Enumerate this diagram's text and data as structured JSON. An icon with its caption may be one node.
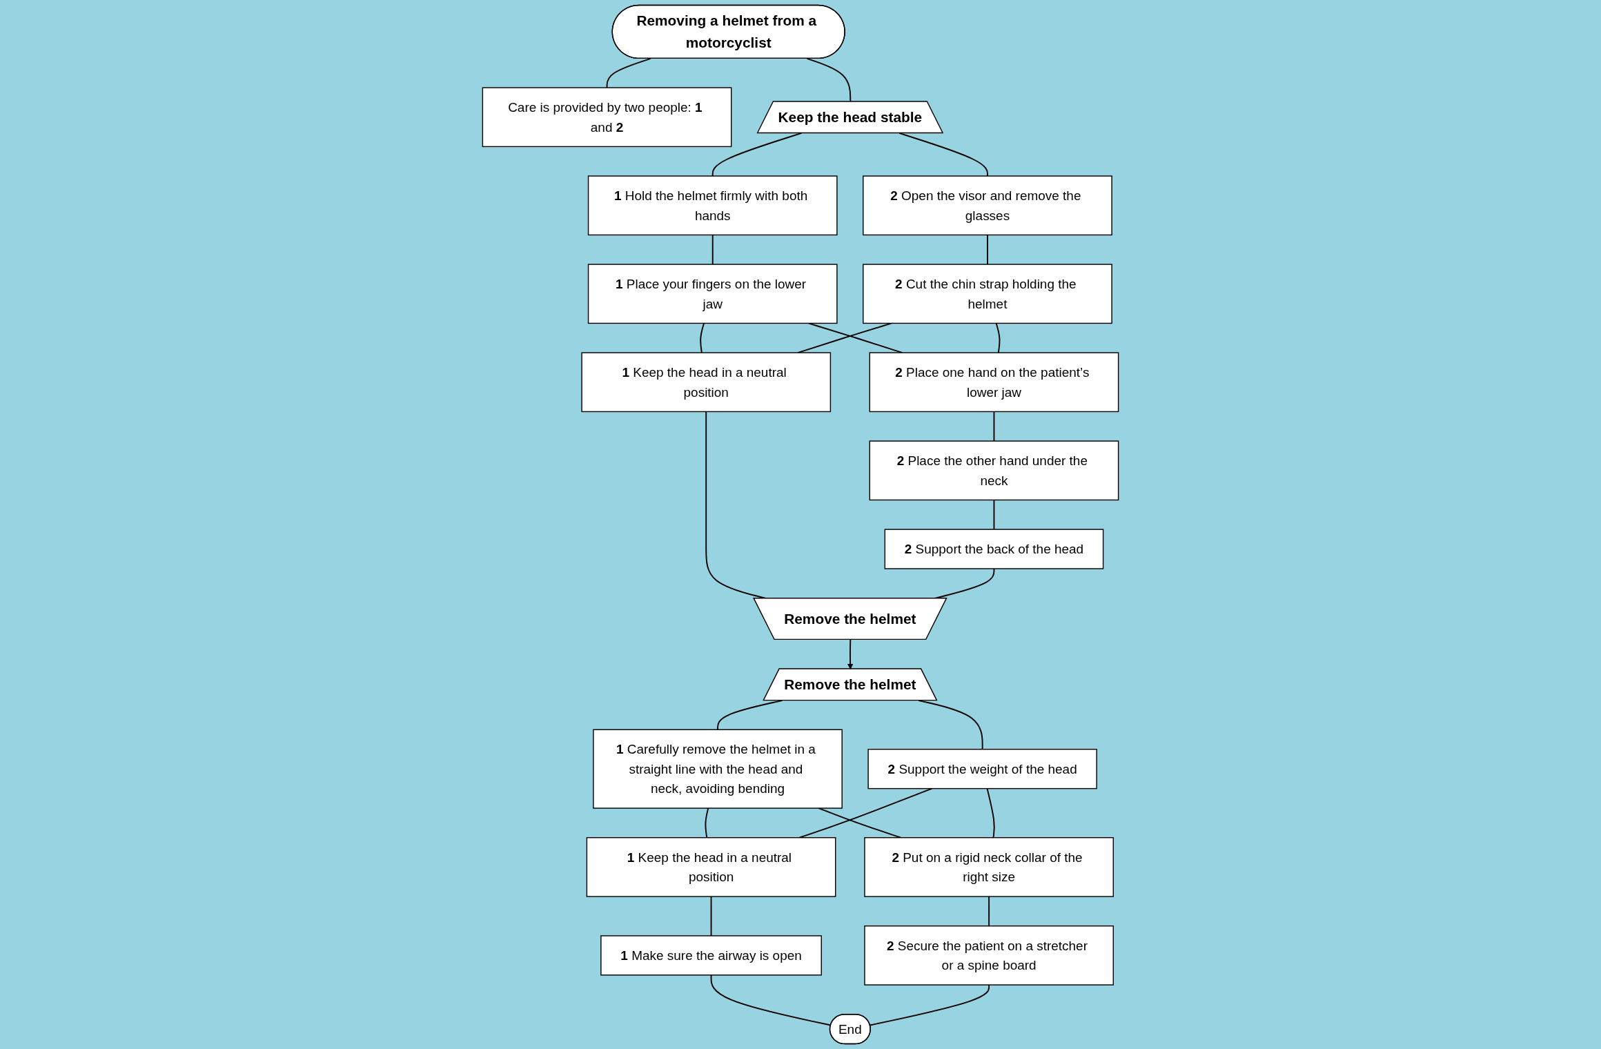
{
  "diagram": {
    "nodes": [
      {
        "text": [
          "Removing a helmet from a motorcyclist"
        ]
      },
      {
        "text": [
          "Care is provided by two people: **1** and **2**"
        ]
      },
      {
        "text": [
          "Keep the head stable"
        ]
      },
      {
        "text": [
          "**1** Hold the helmet firmly with both hands"
        ]
      },
      {
        "text": [
          "**2** Open the visor and remove the glasses"
        ]
      },
      {
        "text": [
          "**1** Place your fingers on the lower jaw"
        ]
      },
      {
        "text": [
          "**2** Cut the chin strap holding the helmet"
        ]
      },
      {
        "text": [
          "**2** Place one hand on the patient’s lower jaw"
        ]
      },
      {
        "text": [
          "**2** Place the other hand under the neck"
        ]
      },
      {
        "text": [
          "**1** Keep the head in a neutral position"
        ]
      },
      {
        "text": [
          "**2** Support the back of the head"
        ]
      },
      {
        "text": [
          "Remove the helmet"
        ]
      },
      {
        "text": [
          "Remove the helmet"
        ]
      },
      {
        "text": [
          "**1** Carefully remove the helmet in a straight line with the head and neck, avoiding bending"
        ]
      },
      {
        "text": [
          "**2** Support the weight of the head"
        ]
      },
      {
        "text": [
          "**1** Keep the head in a neutral position"
        ]
      },
      {
        "text": [
          "**2** Put on a rigid neck collar of the right size"
        ]
      },
      {
        "text": [
          "**1** Make sure the airway is open"
        ]
      },
      {
        "text": [
          "**2** Secure the patient on a stretcher or a spine board"
        ]
      },
      {
        "text": [
          "End"
        ]
      }
    ],
    "edges": [
      {
        "from": 0,
        "to": 1,
        "arrow": "none"
      },
      {
        "from": 0,
        "to": 2,
        "arrow": "none"
      },
      {
        "from": 2,
        "to": 3,
        "arrow": "none"
      },
      {
        "from": 2,
        "to": 4,
        "arrow": "none"
      },
      {
        "from": 3,
        "to": 5,
        "arrow": "none"
      },
      {
        "from": 4,
        "to": 6,
        "arrow": "none"
      },
      {
        "from": 5,
        "to": 9,
        "arrow": "none"
      },
      {
        "from": 5,
        "to": 7,
        "arrow": "none"
      },
      {
        "from": 6,
        "to": 9,
        "arrow": "none"
      },
      {
        "from": 6,
        "to": 7,
        "arrow": "none"
      },
      {
        "from": 7,
        "to": 8,
        "arrow": "none"
      },
      {
        "from": 8,
        "to": 10,
        "arrow": "none"
      },
      {
        "from": 9,
        "to": 11,
        "arrow": "none"
      },
      {
        "from": 10,
        "to": 11,
        "arrow": "none"
      },
      {
        "from": 11,
        "to": 12,
        "arrow": "to"
      },
      {
        "from": 12,
        "to": 13,
        "arrow": "none"
      },
      {
        "from": 12,
        "to": 14,
        "arrow": "none"
      },
      {
        "from": 13,
        "to": 15,
        "arrow": "none"
      },
      {
        "from": 13,
        "to": 16,
        "arrow": "none"
      },
      {
        "from": 14,
        "to": 15,
        "arrow": "none"
      },
      {
        "from": 14,
        "to": 16,
        "arrow": "none"
      },
      {
        "from": 15,
        "to": 17,
        "arrow": "none"
      },
      {
        "from": 16,
        "to": 18,
        "arrow": "none"
      },
      {
        "from": 17,
        "to": 19,
        "arrow": "none"
      },
      {
        "from": 18,
        "to": 19,
        "arrow": "none"
      }
    ]
  }
}
